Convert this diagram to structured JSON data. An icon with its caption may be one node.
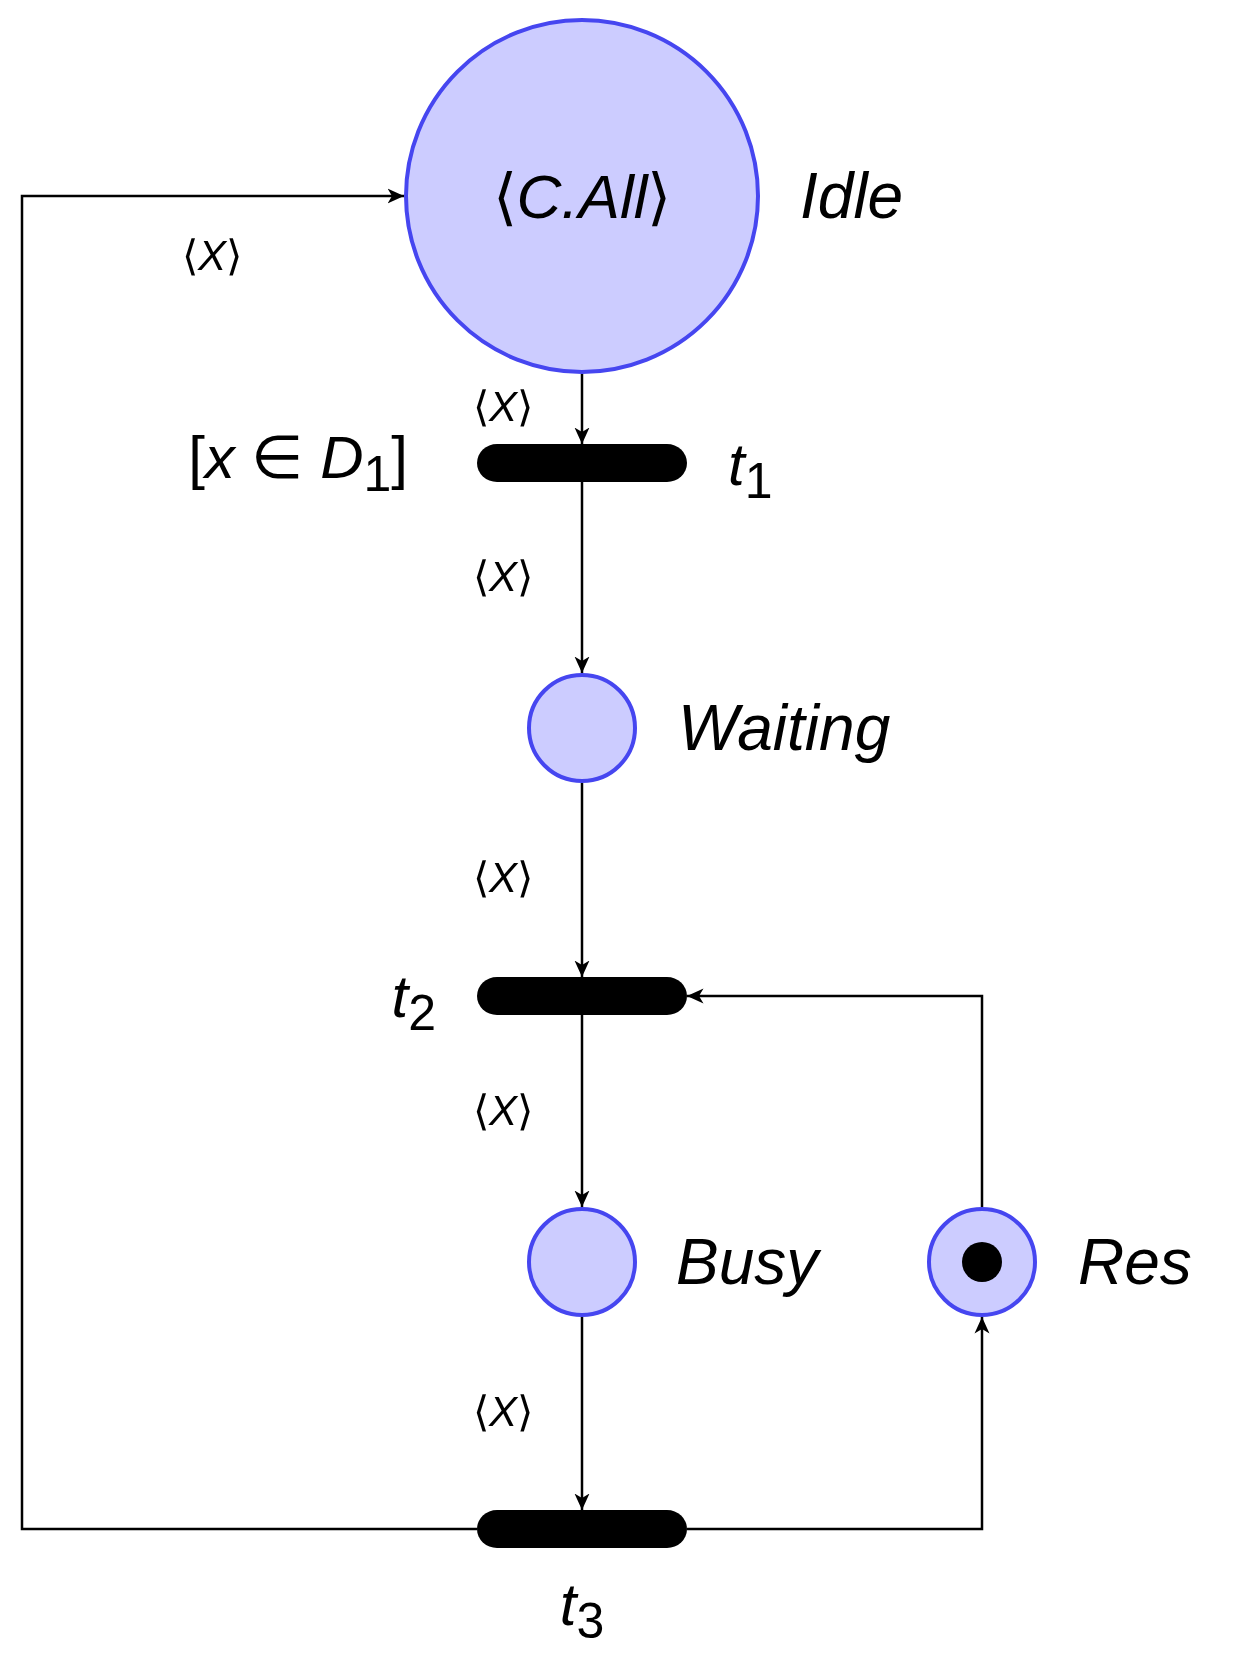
{
  "diagram": {
    "nodes": [
      {
        "text": [
          "⟨*C.All*⟩"
        ],
        "beside": [
          "Idle"
        ]
      },
      {
        "text": [],
        "shape": "bar",
        "beside": [
          "*t*$_{1}$",
          "[*x* ∈ *D*$_{1}$]"
        ]
      },
      {
        "text": [],
        "shape": "circle",
        "beside": [
          "Waiting"
        ]
      },
      {
        "text": [],
        "shape": "bar",
        "beside": [
          "*t*$_{2}$"
        ]
      },
      {
        "text": [],
        "shape": "circle",
        "beside": [
          "Busy"
        ]
      },
      {
        "text": [],
        "shape": "circle",
        "beside": [
          "Res"
        ]
      },
      {
        "text": [],
        "shape": "bar",
        "beside": [
          "*t*$_{3}$"
        ]
      }
    ],
    "edges": [
      {
        "from": 0,
        "to": 1,
        "arrow": "to",
        "label": "⟨*X*⟩"
      },
      {
        "from": 1,
        "to": 2,
        "arrow": "to",
        "label": "⟨*X*⟩"
      },
      {
        "from": 2,
        "to": 3,
        "arrow": "to",
        "label": "⟨*X*⟩"
      },
      {
        "from": 3,
        "to": 4,
        "arrow": "to",
        "label": "⟨*X*⟩"
      },
      {
        "from": 4,
        "to": 6,
        "arrow": "to",
        "label": "⟨*X*⟩"
      },
      {
        "from": 6,
        "to": 0,
        "arrow": "to",
        "label": "⟨*X*⟩"
      },
      {
        "from": 6,
        "to": 5,
        "arrow": "to"
      },
      {
        "from": 5,
        "to": 3,
        "arrow": "to"
      }
    ]
  }
}
